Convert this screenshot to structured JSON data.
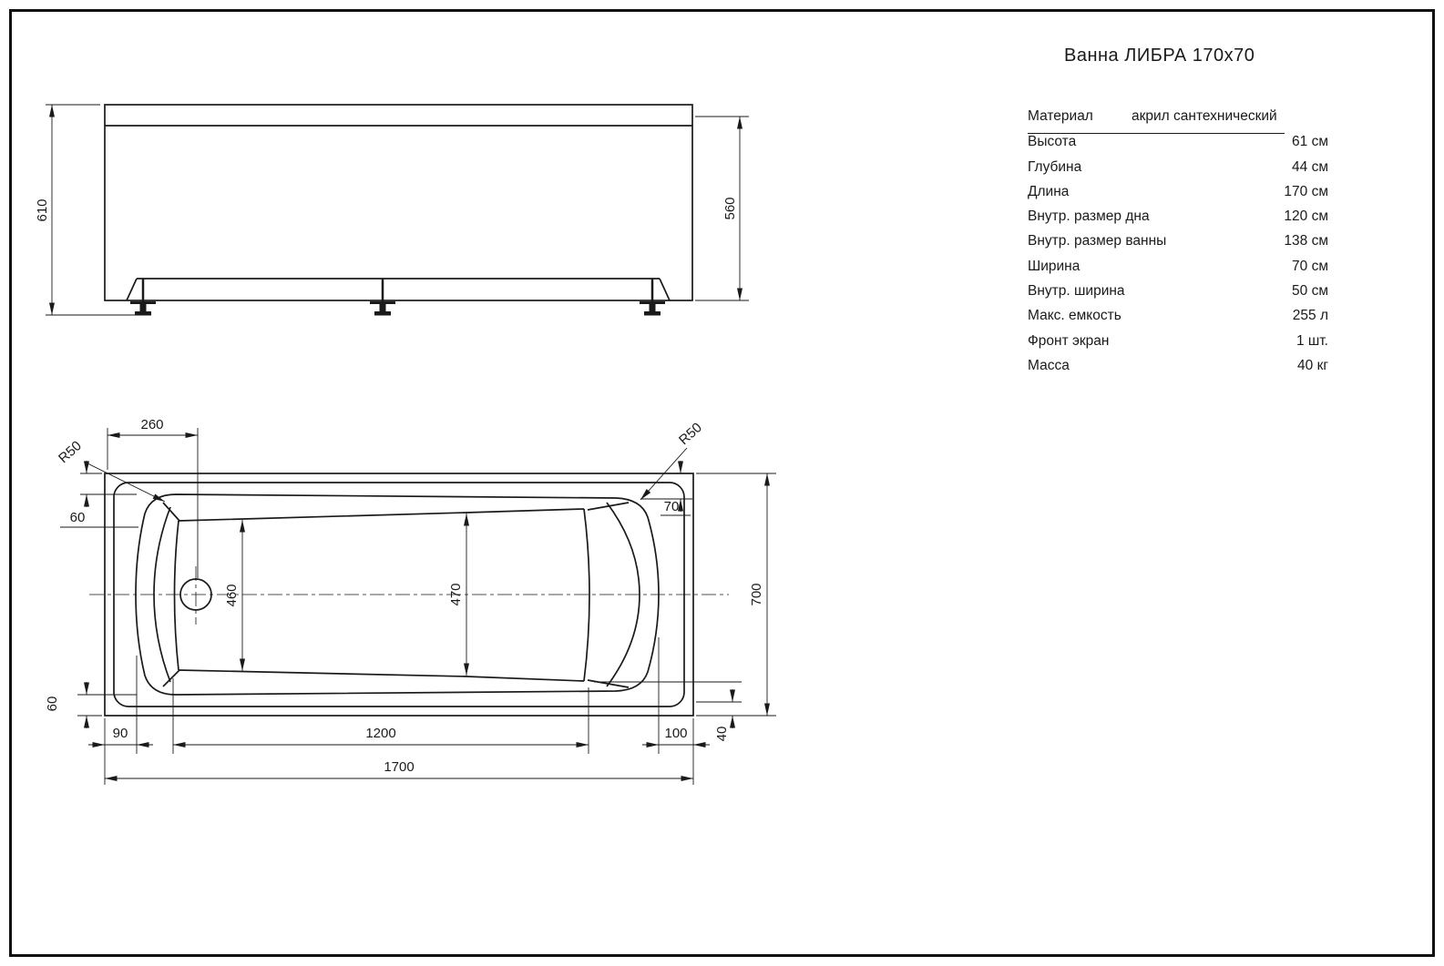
{
  "title": "Ванна ЛИБРА 170х70",
  "specs": [
    {
      "label": "Материал",
      "value": "акрил сантехнический"
    },
    {
      "label": "Высота",
      "value": "61 см"
    },
    {
      "label": "Глубина",
      "value": "44 см"
    },
    {
      "label": "Длина",
      "value": "170 см"
    },
    {
      "label": "Внутр. размер дна",
      "value": "120 см"
    },
    {
      "label": "Внутр. размер ванны",
      "value": "138 см"
    },
    {
      "label": "Ширина",
      "value": "70 см"
    },
    {
      "label": "Внутр. ширина",
      "value": "50 см"
    },
    {
      "label": "Макс. емкость",
      "value": "255 л"
    },
    {
      "label": "Фронт экран",
      "value": "1 шт."
    },
    {
      "label": "Масса",
      "value": "40 кг"
    }
  ],
  "front": {
    "total_height": "610",
    "body_height": "560"
  },
  "plan": {
    "drain_offset": "260",
    "r50_left": "R50",
    "r50_right": "R50",
    "gap_top_left": "60",
    "gap_bottom_left": "60",
    "gap_right": "70",
    "floor_width_left": "460",
    "floor_width_right": "470",
    "overall_width": "700",
    "margin_left": "90",
    "floor_length": "1200",
    "margin_right": "100",
    "rim_offset": "40",
    "overall_length": "1700"
  }
}
